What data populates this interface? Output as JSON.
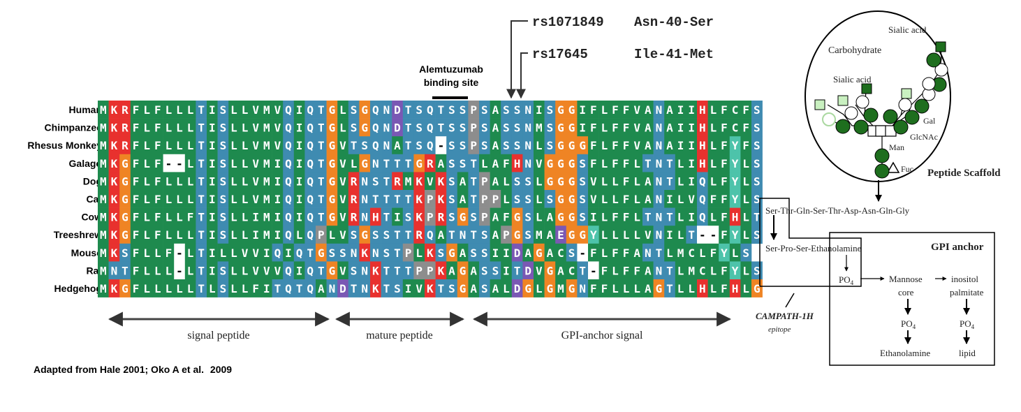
{
  "alignment": {
    "species": [
      "Human",
      "Chimpanzee",
      "Rhesus Monkey",
      "Galago",
      "Dog",
      "Cat",
      "Cow",
      "Treeshrew",
      "Mouse",
      "Rat",
      "Hedgehog"
    ],
    "sequences": [
      "MKRFLFLLLTISLLVMVQIQTGLSGQNDTSQTSSPSASSNISGGIFLFFVANAIIHLFCFS",
      "MKRFLFLLLTISLLVMVQIQTGLSGQNDTSQTSSPSASSNMSGGIFLFFVANAIIHLFCFS",
      "MKRFLFLLLTISLLVMVQIQTGVTSQNATSQ-SSPSASSNLSGGGFLFFVANAIIHLFYFS",
      "MKGFLF--LTISLLVMIQIQTGVLGNTTTGRASSTLAFHNVGGGSFLFFLTNTLIHLFYLS",
      "MKGFLFLLLTISLLVMIQIQTGVRNSTRMKVKSATPALSSLGGGSVLLFLANTLIQLFYLS",
      "MKGFLFLLLTISLLVMIQIQTGVRNTTTTKPKSATPPLSSLSGGSVLLFLANILVQFFYLS",
      "MKGFLFLLFTISLLIMIQIQTGVRNHTISKPRSGSPAFGSLAGGSILFFLTNTLIQLFHLT",
      "MKGFLFLLLTISLLIMIQLQPLVSGSSTTRQATNTSAPGSMAEGGYLLLLVNILT--FYLS",
      "MKSFLLF-LTILLVVIQIQTGSSNKNSTPLKSGASSIIDAGACS-FLFFANTLMCLFYLS",
      "MNTFLLL-LTISLLVVVQIQTGVSNKTTTPPKAGASSITDVGACT-FLFFANTLMCLFYLS",
      "MKGFLLLLLTLSLLFITQTQANDTNKTSIVKTSGASALDGLGMGNFFLLLAGTLLHLFHLG"
    ],
    "residue_colors": {
      "hydrophobic": "#1e8a4e",
      "polar": "#3f8bb1",
      "glycine": "#ef8424",
      "positive": "#e8312e",
      "negative": "#7a58b4",
      "aromatic": "#4dc3aa",
      "proline": "#8d8d8d",
      "other": "#5c8fd6",
      "gap": "#ffffff"
    }
  },
  "annotations": {
    "binding_site_label_1": "Alemtuzumab",
    "binding_site_label_2": "binding site",
    "snp1_id": "rs1071849",
    "snp1_change": "Asn-40-Ser",
    "snp2_id": "rs17645",
    "snp2_change": "Ile-41-Met"
  },
  "regions": {
    "signal": "signal peptide",
    "mature": "mature peptide",
    "gpi": "GPI-anchor signal"
  },
  "citation": "Adapted from Hale 2001; Oko A et al.",
  "citation_year": "2009",
  "schematic": {
    "sialic_top": "Sialic acid",
    "carbohydrate": "Carbohydrate",
    "sialic_left": "Sialic acid",
    "gal": "Gal",
    "glcnac": "GlcNAc",
    "man": "Man",
    "fuc": "Fuc",
    "peptide_scaffold": "Peptide Scaffold",
    "sequence": "Ser-Thr-Gln-Ser-Thr-Asp-Asn-Gln-Gly",
    "ser_pro": "Ser-Pro-Ser-Ethanolamine",
    "gpi_anchor": "GPI anchor",
    "po4_main": "PO",
    "po4_sub": "4",
    "mannose": "Mannose",
    "core": "core",
    "inositol": "inositol",
    "palmitate": "palmitate",
    "po4_a": "PO",
    "po4_a_sub": "4",
    "po4_b": "PO",
    "po4_b_sub": "4",
    "ethanolamine": "Ethanolamine",
    "lipid": "lipid",
    "campath": "CAMPATH-1H",
    "epitope": "epitope"
  }
}
